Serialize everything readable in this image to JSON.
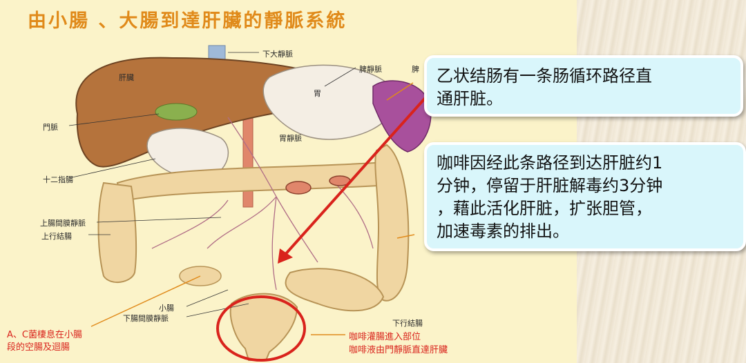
{
  "title": "由小腸 、大腸到達肝臟的靜脈系統",
  "labels": {
    "ivc": "下大靜脈",
    "liver": "肝臟",
    "splenic_vein": "脾靜脈",
    "spleen": "脾",
    "stomach": "胃",
    "portal_vein": "門脈",
    "gastric_vein": "胃靜脈",
    "duodenum": "十二指腸",
    "sup_mesenteric_vein": "上腸間膜靜脈",
    "ascending_colon": "上行結腸",
    "small_intestine": "小腸",
    "inf_mesenteric_vein": "下腸間膜靜脈",
    "descending_colon": "下行結腸"
  },
  "bottom_left_note": {
    "line1": "A、C菌棲息在小腸",
    "line2": "段的空腸及迴腸"
  },
  "bottom_right_note": {
    "line1": "咖啡灌腸進入部位",
    "line2": "咖啡液由門靜脈直達肝臟"
  },
  "callouts": [
    {
      "lines": [
        "乙状结肠有一条肠循环路径直",
        "通肝脏。"
      ]
    },
    {
      "lines": [
        "咖啡因经此条路径到达肝脏约1",
        "分钟，停留于肝脏解毒约3分钟",
        "，藉此活化肝脏，扩张胆管，",
        "加速毒素的排出。"
      ]
    }
  ],
  "colors": {
    "title": "#e08a1a",
    "accent_red": "#d9231c",
    "callout_bg": "#d9f6fb",
    "liver": "#b5733c",
    "intestine": "#f0d6a2"
  }
}
